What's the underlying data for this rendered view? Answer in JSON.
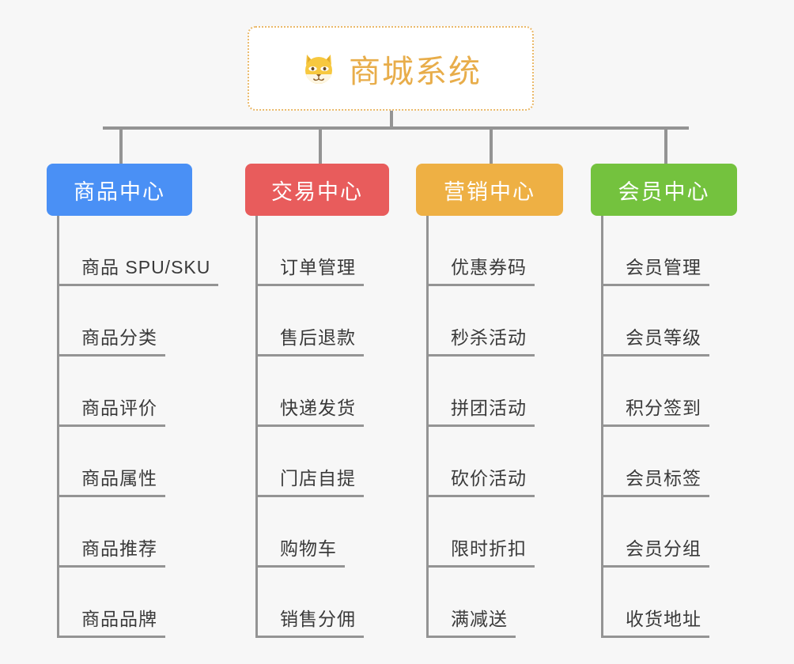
{
  "root": {
    "title": "商城系统",
    "icon": "shiba-dog-face-emoji",
    "border_color": "#eab96a",
    "title_color": "#e8ad4a",
    "background": "#ffffff"
  },
  "canvas": {
    "background": "#f7f7f7",
    "connector_color": "#949494"
  },
  "columns": [
    {
      "title": "商品中心",
      "color": "#4a90f5",
      "items": [
        "商品 SPU/SKU",
        "商品分类",
        "商品评价",
        "商品属性",
        "商品推荐",
        "商品品牌"
      ]
    },
    {
      "title": "交易中心",
      "color": "#e85c5c",
      "items": [
        "订单管理",
        "售后退款",
        "快递发货",
        "门店自提",
        "购物车",
        "销售分佣"
      ]
    },
    {
      "title": "营销中心",
      "color": "#eeb044",
      "items": [
        "优惠券码",
        "秒杀活动",
        "拼团活动",
        "砍价活动",
        "限时折扣",
        "满减送"
      ]
    },
    {
      "title": "会员中心",
      "color": "#74c23e",
      "items": [
        "会员管理",
        "会员等级",
        "积分签到",
        "会员标签",
        "会员分组",
        "收货地址"
      ]
    }
  ],
  "connector_drops": [
    151,
    403,
    619,
    840
  ]
}
